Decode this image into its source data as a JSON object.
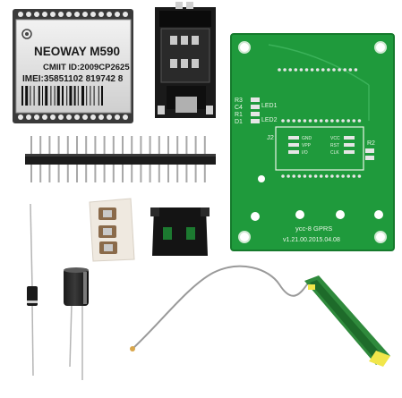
{
  "module": {
    "brand": "NEOWAY M590",
    "cmiit": "CMIIT ID:2009CP2625",
    "imei": "IMEI:35851102 819742 8"
  },
  "pcb": {
    "labels": {
      "r3": "R3",
      "c4": "C4",
      "r1": "R1",
      "d1": "D1",
      "led1": "LED1",
      "led2": "LED2",
      "j2": "J2",
      "r2": "R2",
      "gnd": "GND",
      "vpp": "VPP",
      "io": "I/O",
      "vcc": "VCC",
      "rst": "RST",
      "clk": "CLK"
    },
    "board_name": "ycc-8 GPRS",
    "version": "v1.21.00.2015.04.08"
  },
  "colors": {
    "pcb_green": "#1f9a3c",
    "pcb_edge": "#157a2c",
    "pad_gold": "#e6e6e6",
    "antenna_yellow": "#f1e64a",
    "antenna_green": "#2f8a3c"
  }
}
